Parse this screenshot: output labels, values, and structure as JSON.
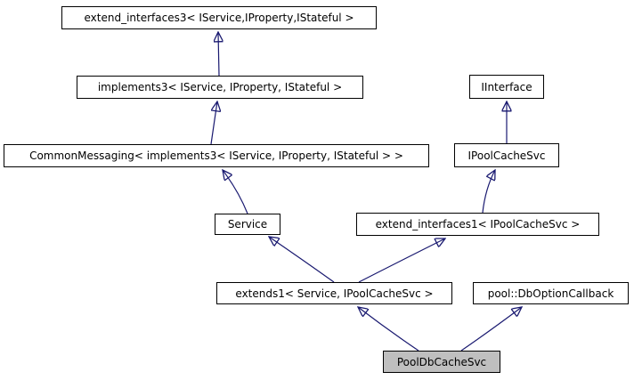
{
  "diagram": {
    "kind": "class-inheritance-graph",
    "selected_node": "PoolDbCacheSvc",
    "nodes": [
      {
        "label": "extend_interfaces3< IService,IProperty,IStateful >",
        "selected": false
      },
      {
        "label": "implements3< IService, IProperty, IStateful >",
        "selected": false
      },
      {
        "label": "CommonMessaging< implements3< IService, IProperty, IStateful > >",
        "selected": false
      },
      {
        "label": "IInterface",
        "selected": false
      },
      {
        "label": "IPoolCacheSvc",
        "selected": false
      },
      {
        "label": "extend_interfaces1< IPoolCacheSvc >",
        "selected": false
      },
      {
        "label": "Service",
        "selected": false
      },
      {
        "label": "extends1< Service, IPoolCacheSvc >",
        "selected": false
      },
      {
        "label": "pool::DbOptionCallback",
        "selected": false
      },
      {
        "label": "PoolDbCacheSvc",
        "selected": true
      }
    ],
    "edges": [
      {
        "from": "implements3< IService, IProperty, IStateful >",
        "to": "extend_interfaces3< IService,IProperty,IStateful >"
      },
      {
        "from": "CommonMessaging< implements3< IService, IProperty, IStateful > >",
        "to": "implements3< IService, IProperty, IStateful >"
      },
      {
        "from": "Service",
        "to": "CommonMessaging< implements3< IService, IProperty, IStateful > >"
      },
      {
        "from": "IPoolCacheSvc",
        "to": "IInterface"
      },
      {
        "from": "extend_interfaces1< IPoolCacheSvc >",
        "to": "IPoolCacheSvc"
      },
      {
        "from": "extends1< Service, IPoolCacheSvc >",
        "to": "Service"
      },
      {
        "from": "extends1< Service, IPoolCacheSvc >",
        "to": "extend_interfaces1< IPoolCacheSvc >"
      },
      {
        "from": "PoolDbCacheSvc",
        "to": "extends1< Service, IPoolCacheSvc >"
      },
      {
        "from": "PoolDbCacheSvc",
        "to": "pool::DbOptionCallback"
      }
    ],
    "colors": {
      "arrow": "#191970",
      "node_border": "#000000",
      "node_fill": "#ffffff",
      "selected_node_fill": "#bfbfbf",
      "text": "#000000",
      "background": "#ffffff"
    }
  }
}
